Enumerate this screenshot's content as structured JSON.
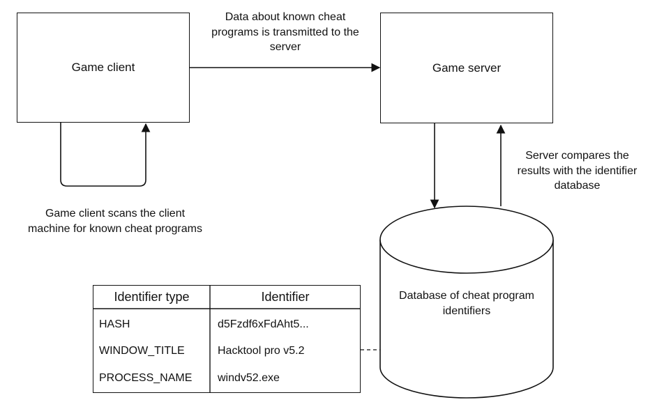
{
  "nodes": {
    "game_client": "Game client",
    "game_server": "Game server",
    "database": "Database of cheat program identifiers"
  },
  "edge_labels": {
    "client_to_server": "Data about known cheat programs is transmitted to the server",
    "client_scan": "Game client scans the client machine for known cheat programs",
    "server_compare": "Server compares the results with the identifier database"
  },
  "table": {
    "headers": [
      "Identifier type",
      "Identifier"
    ],
    "rows": [
      {
        "type": "HASH",
        "identifier": "d5Fzdf6xFdAht5..."
      },
      {
        "type": "WINDOW_TITLE",
        "identifier": "Hacktool pro v5.2"
      },
      {
        "type": "PROCESS_NAME",
        "identifier": "windv52.exe"
      }
    ]
  }
}
